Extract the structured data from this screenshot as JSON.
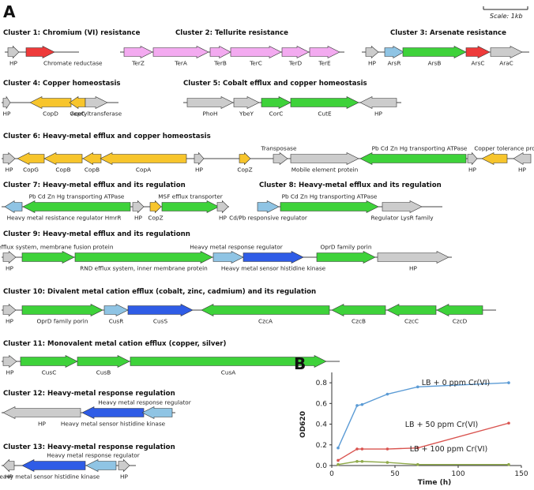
{
  "panel_a": {
    "label": "A",
    "scale_label": "Scale: 1kb",
    "colors": {
      "gray": "#cccccc",
      "pink": "#f3aaf0",
      "red": "#ee3a3a",
      "lightblue": "#8fc4e4",
      "green": "#3ed23a",
      "yellow": "#f7c52c",
      "blue": "#2f5ce6"
    },
    "clusters": [
      {
        "title": "Cluster 1: Chromium (VI) resistance",
        "genes": [
          {
            "name": "HP",
            "color": "gray"
          },
          {
            "name": "Chromate reductase",
            "color": "red"
          }
        ]
      },
      {
        "title": "Cluster 2: Tellurite resistance",
        "genes": [
          {
            "name": "TerZ",
            "color": "pink"
          },
          {
            "name": "TerA",
            "color": "pink"
          },
          {
            "name": "TerB",
            "color": "pink"
          },
          {
            "name": "TerC",
            "color": "pink"
          },
          {
            "name": "TerD",
            "color": "pink"
          },
          {
            "name": "TerE",
            "color": "pink"
          }
        ]
      },
      {
        "title": "Cluster 3: Arsenate resistance",
        "genes": [
          {
            "name": "HP",
            "color": "gray"
          },
          {
            "name": "ArsR",
            "color": "lightblue"
          },
          {
            "name": "ArsB",
            "color": "green"
          },
          {
            "name": "ArsC",
            "color": "red"
          },
          {
            "name": "AraC",
            "color": "gray"
          }
        ]
      },
      {
        "title": "Cluster 4: Copper homeostasis",
        "genes": [
          {
            "name": "HP",
            "color": "gray"
          },
          {
            "name": "CopD",
            "color": "yellow"
          },
          {
            "name": "CopC",
            "color": "yellow"
          },
          {
            "name": "Acetyltransferase",
            "color": "gray"
          }
        ]
      },
      {
        "title": "Cluster 5: Cobalt efflux and copper homeostasis",
        "genes": [
          {
            "name": "PhoH",
            "color": "gray"
          },
          {
            "name": "YbeY",
            "color": "gray"
          },
          {
            "name": "CorC",
            "color": "green"
          },
          {
            "name": "CutE",
            "color": "green"
          },
          {
            "name": "HP",
            "color": "gray"
          }
        ]
      },
      {
        "title": "Cluster 6: Heavy-metal efflux and copper homeostasis",
        "genes": [
          {
            "name": "HP",
            "color": "gray"
          },
          {
            "name": "CopG",
            "color": "yellow"
          },
          {
            "name": "CopB",
            "color": "yellow"
          },
          {
            "name": "CopB",
            "color": "yellow"
          },
          {
            "name": "CopA",
            "color": "yellow"
          },
          {
            "name": "HP",
            "color": "gray"
          },
          {
            "name": "CopZ",
            "color": "yellow"
          },
          {
            "name": "Transposase",
            "color": "gray"
          },
          {
            "name": "Mobile element protein",
            "color": "gray"
          },
          {
            "name": "Pb Cd Zn Hg transporting ATPase",
            "color": "green"
          },
          {
            "name": "HP",
            "color": "gray"
          },
          {
            "name": "Copper tolerance protein",
            "color": "yellow"
          },
          {
            "name": "HP",
            "color": "gray"
          }
        ]
      },
      {
        "title": "Cluster 7: Heavy-metal efflux and its regulation",
        "genes": [
          {
            "name": "Heavy metal resistance regulator HmrR",
            "color": "lightblue"
          },
          {
            "name": "Pb Cd Zn Hg transporting ATPase",
            "color": "green"
          },
          {
            "name": "HP",
            "color": "gray"
          },
          {
            "name": "CopZ",
            "color": "yellow"
          },
          {
            "name": "MSF efflux transporter",
            "color": "green"
          },
          {
            "name": "HP",
            "color": "gray"
          }
        ]
      },
      {
        "title": "Cluster 8: Heavy-metal efflux and its regulation",
        "genes": [
          {
            "name": "Cd/Pb responsive regulator",
            "color": "lightblue"
          },
          {
            "name": "Pb Cd Zn Hg transporting ATPase",
            "color": "green"
          },
          {
            "name": "Regulator LysR family",
            "color": "gray"
          }
        ]
      },
      {
        "title": "Cluster 9: Heavy-metal efflux and its regulationn",
        "genes": [
          {
            "name": "HP",
            "color": "gray"
          },
          {
            "name": "RND efflux system, membrane fusion protein",
            "color": "green"
          },
          {
            "name": "RND efflux system, inner membrane protein",
            "color": "green"
          },
          {
            "name": "Heavy metal response regulator",
            "color": "lightblue"
          },
          {
            "name": "Heavy metal sensor histidine kinase",
            "color": "blue"
          },
          {
            "name": "OprD family porin",
            "color": "green"
          },
          {
            "name": "HP",
            "color": "gray"
          }
        ]
      },
      {
        "title": "Cluster 10: Divalent metal cation efflux (cobalt, zinc, cadmium) and its regulation",
        "genes": [
          {
            "name": "HP",
            "color": "gray"
          },
          {
            "name": "OprD family porin",
            "color": "green"
          },
          {
            "name": "CusR",
            "color": "lightblue"
          },
          {
            "name": "CusS",
            "color": "blue"
          },
          {
            "name": "CzcA",
            "color": "green"
          },
          {
            "name": "CzcB",
            "color": "green"
          },
          {
            "name": "CzcC",
            "color": "green"
          },
          {
            "name": "CzcD",
            "color": "green"
          }
        ]
      },
      {
        "title": "Cluster 11: Monovalent metal cation efflux (copper, silver)",
        "genes": [
          {
            "name": "HP",
            "color": "gray"
          },
          {
            "name": "CusC",
            "color": "green"
          },
          {
            "name": "CusB",
            "color": "green"
          },
          {
            "name": "CusA",
            "color": "green"
          }
        ]
      },
      {
        "title": "Cluster 12: Heavy-metal response regulation",
        "genes": [
          {
            "name": "HP",
            "color": "gray"
          },
          {
            "name": "Heavy metal sensor histidine kinase",
            "color": "blue"
          },
          {
            "name": "Heavy metal response regulator",
            "color": "lightblue"
          }
        ]
      },
      {
        "title": "Cluster 13: Heavy-metal response regulation",
        "genes": [
          {
            "name": "HP",
            "color": "gray"
          },
          {
            "name": "Heavy metal sensor histidine kinase",
            "color": "blue"
          },
          {
            "name": "Heavy metal response regulator",
            "color": "lightblue"
          },
          {
            "name": "HP",
            "color": "gray"
          }
        ]
      }
    ]
  },
  "panel_b": {
    "label": "B",
    "chart_data": {
      "type": "line",
      "xlabel": "Time (h)",
      "ylabel": "OD620",
      "xlim": [
        0,
        150
      ],
      "ylim": [
        0,
        0.9
      ],
      "xticks": [
        "0",
        "50",
        "100",
        "150"
      ],
      "yticks": [
        "0.0",
        "0.2",
        "0.4",
        "0.6",
        "0.8"
      ],
      "series": [
        {
          "name": "LB + 0 ppm Cr(VI)",
          "color": "#5b9bd5",
          "x": [
            5,
            20,
            24,
            44,
            68,
            140
          ],
          "y": [
            0.17,
            0.58,
            0.59,
            0.69,
            0.76,
            0.8
          ]
        },
        {
          "name": "LB + 50 ppm Cr(VI)",
          "color": "#d9534f",
          "x": [
            5,
            20,
            24,
            44,
            68,
            140
          ],
          "y": [
            0.05,
            0.16,
            0.16,
            0.16,
            0.17,
            0.41
          ]
        },
        {
          "name": "LB + 100 ppm Cr(VI)",
          "color": "#8faa4a",
          "x": [
            5,
            20,
            24,
            44,
            68,
            140
          ],
          "y": [
            0.01,
            0.04,
            0.04,
            0.03,
            0.01,
            0.01
          ]
        }
      ],
      "grid": false
    }
  }
}
